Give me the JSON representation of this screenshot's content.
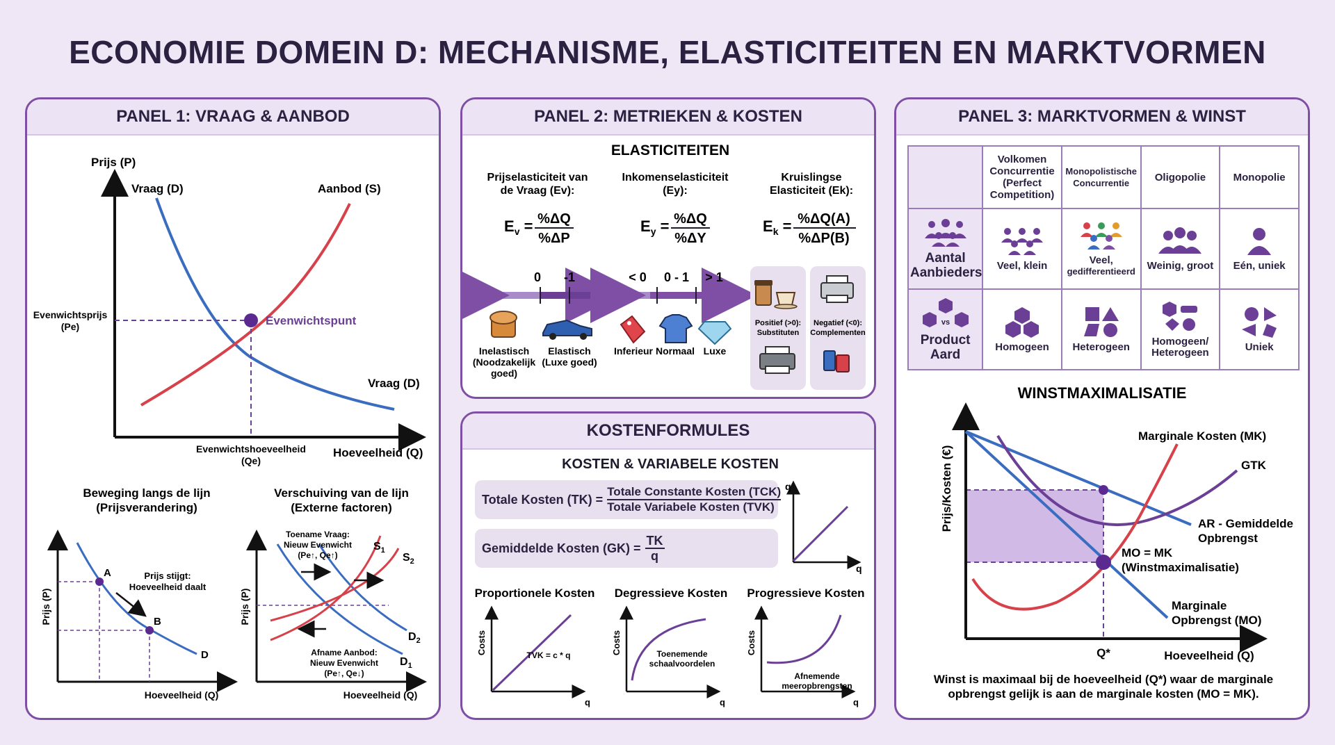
{
  "title": "ECONOMIE DOMEIN D: MECHANISME, ELASTICITEITEN EN MARKTVORMEN",
  "colors": {
    "accent": "#7e4fa4",
    "demand": "#3a6cc0",
    "supply": "#d6414a",
    "purple": "#5b2a91",
    "panel_header": "#ece3f4",
    "background": "#efe6f6"
  },
  "panel1": {
    "title": "PANEL 1: VRAAG & AANBOD",
    "main": {
      "y_axis": "Prijs (P)",
      "x_axis": "Hoeveelheid (Q)",
      "demand_top": "Vraag (D)",
      "demand_bottom": "Vraag (D)",
      "supply": "Aanbod (S)",
      "eq_price_1": "Evenwichtsprijs",
      "eq_price_2": "(Pe)",
      "eq_qty_1": "Evenwichtshoeveelheid",
      "eq_qty_2": "(Qe)",
      "eq_point": "Evenwichtspunt"
    },
    "movement": {
      "title_1": "Beweging langs de lijn",
      "title_2": "(Prijsverandering)",
      "y_axis": "Prijs (P)",
      "x_axis": "Hoeveelheid (Q)",
      "point_a": "A",
      "point_b": "B",
      "line": "D",
      "note_1": "Prijs stijgt:",
      "note_2": "Hoeveelheid daalt"
    },
    "shift": {
      "title_1": "Verschuiving van de lijn",
      "title_2": "(Externe factoren)",
      "y_axis": "Prijs (P)",
      "x_axis": "Hoeveelheid (Q)",
      "increase_1": "Toename Vraag:",
      "increase_2": "Nieuw Evenwicht",
      "increase_3": "(Pe↑, Qe↑)",
      "decrease_1": "Afname Aanbod:",
      "decrease_2": "Nieuw Evenwicht",
      "decrease_3": "(Pe↑, Qe↓)",
      "s1": "S",
      "s1_sub": "1",
      "s2": "S",
      "s2_sub": "2",
      "d1": "D",
      "d1_sub": "1",
      "d2": "D",
      "d2_sub": "2"
    }
  },
  "panel2": {
    "title": "PANEL 2: METRIEKEN & KOSTEN",
    "subtitle": "ELASTICITEITEN",
    "ev": {
      "title_1": "Prijselasticiteit van",
      "title_2": "de Vraag (Ev):",
      "sym": "E",
      "sub": "v",
      "num": "%ΔQ",
      "den": "%ΔP",
      "tick_0": "0",
      "tick_1": "-1",
      "label_left_1": "Inelastisch",
      "label_left_2": "(Noodzakelijk",
      "label_left_3": "goed)",
      "label_right_1": "Elastisch",
      "label_right_2": "(Luxe goed)"
    },
    "ey": {
      "title_1": "Inkomenselasticiteit",
      "title_2": "(Ey):",
      "sym": "E",
      "sub": "y",
      "num": "%ΔQ",
      "den": "%ΔY",
      "tick_a": "< 0",
      "tick_b": "0 - 1",
      "tick_c": "> 1",
      "label_a": "Inferieur",
      "label_b": "Normaal",
      "label_c": "Luxe"
    },
    "ek": {
      "title_1": "Kruislingse",
      "title_2": "Elasticiteit (Ek):",
      "sym": "E",
      "sub": "k",
      "num": "%ΔQ(A)",
      "den": "%ΔP(B)",
      "pos_1": "Positief (>0):",
      "pos_2": "Substituten",
      "neg_1": "Negatief (<0):",
      "neg_2": "Complementen"
    }
  },
  "costs": {
    "title": "KOSTENFORMULES",
    "subtitle": "KOSTEN & VARIABELE KOSTEN",
    "tk_label": "Totale Kosten (TK) =",
    "tk_line1": "Totale Constante Kosten (TCK)",
    "tk_line2": "Totale Variabele Kosten (TVK)",
    "gk_label": "Gemiddelde Kosten (GK) =",
    "gk_num": "TK",
    "gk_den": "q",
    "mini_axis_y": "q",
    "mini_axis_x": "q",
    "graphs": [
      {
        "title": "Proportionele Kosten",
        "y": "Costs",
        "x": "q",
        "note_1": "TVK = c * q",
        "note_2": ""
      },
      {
        "title": "Degressieve Kosten",
        "y": "Costs",
        "x": "q",
        "note_1": "Toenemende",
        "note_2": "schaalvoordelen"
      },
      {
        "title": "Progressieve Kosten",
        "y": "Costs",
        "x": "q",
        "note_1": "Afnemende",
        "note_2": "meeropbrengsten"
      }
    ]
  },
  "panel3": {
    "title": "PANEL 3: MARKTVORMEN & WINST",
    "columns": [
      {
        "l1": "Volkomen",
        "l2": "Concurrentie",
        "l3": "(Perfect",
        "l4": "Competition)"
      },
      {
        "l1": "Monopolistische",
        "l2": "Concurrentie",
        "l3": "",
        "l4": ""
      },
      {
        "l1": "Oligopolie",
        "l2": "",
        "l3": "",
        "l4": ""
      },
      {
        "l1": "Monopolie",
        "l2": "",
        "l3": "",
        "l4": ""
      }
    ],
    "row1": {
      "h1": "Aantal",
      "h2": "Aanbieders",
      "cells": [
        [
          "Veel, klein",
          ""
        ],
        [
          "Veel,",
          "gedifferentieerd"
        ],
        [
          "Weinig, groot",
          ""
        ],
        [
          "Eén, uniek",
          ""
        ]
      ]
    },
    "row2": {
      "h1": "Product",
      "h2": "Aard",
      "vs": "vs",
      "cells": [
        [
          "Homogeen",
          ""
        ],
        [
          "Heterogeen",
          ""
        ],
        [
          "Homogeen/",
          "Heterogeen"
        ],
        [
          "Uniek",
          ""
        ]
      ]
    },
    "profit": {
      "title": "WINSTMAXIMALISATIE",
      "y_axis": "Prijs/Kosten (€)",
      "x_axis": "Hoeveelheid (Q)",
      "q_star": "Q*",
      "mk": "Marginale Kosten (MK)",
      "gtk": "GTK",
      "ar_1": "AR - Gemiddelde",
      "ar_2": "Opbrengst",
      "mo_mk_1": "MO = MK",
      "mo_mk_2": "(Winstmaximalisatie)",
      "mo_1": "Marginale",
      "mo_2": "Opbrengst (MO)",
      "caption_1": "Winst is maximaal bij de hoeveelheid (Q*) waar de marginale",
      "caption_2": "opbrengst gelijk is aan de marginale kosten (MO = MK)."
    }
  }
}
